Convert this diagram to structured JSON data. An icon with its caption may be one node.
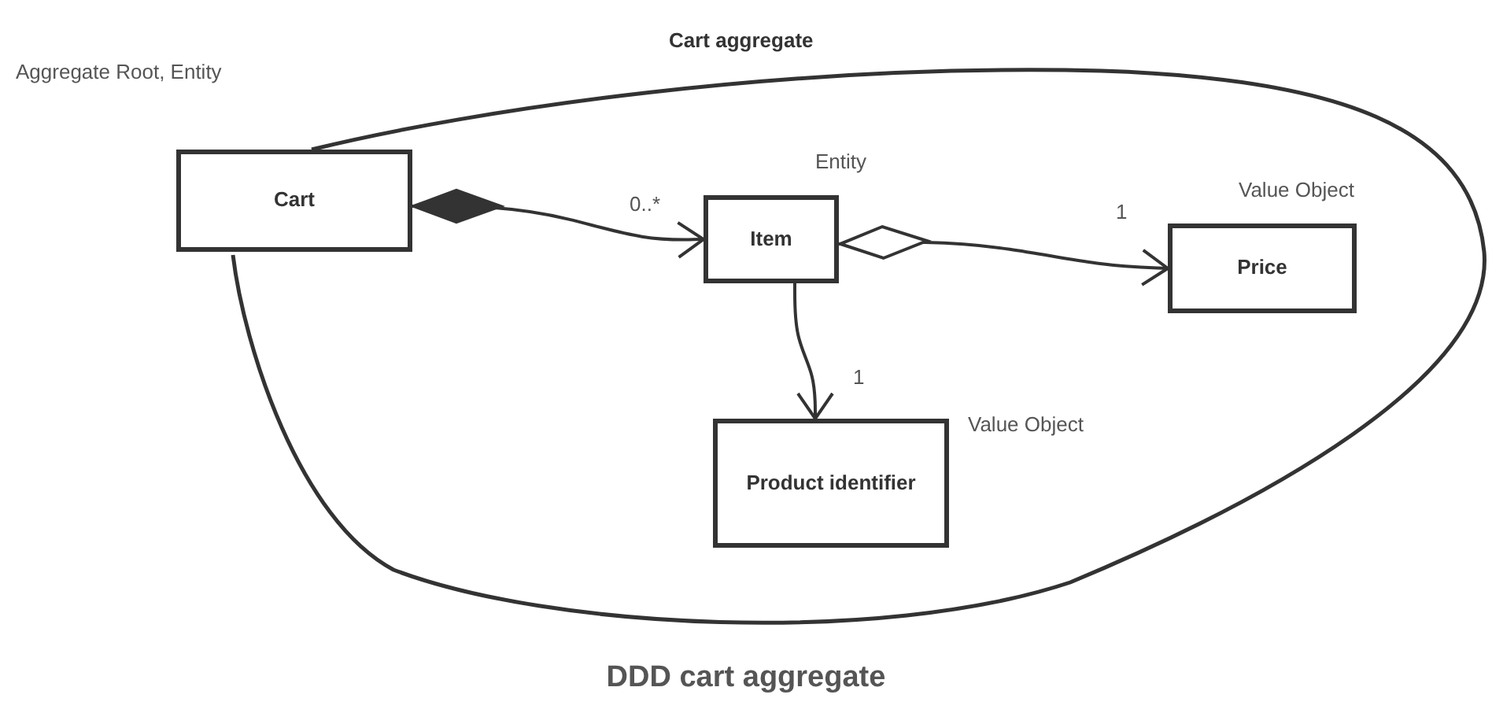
{
  "diagram": {
    "caption": "DDD cart aggregate",
    "nodes": [
      {
        "text": [
          "Cart aggregate"
        ]
      },
      {
        "text": [
          "Cart"
        ],
        "beside": [
          "Aggregate Root, Entity"
        ]
      },
      {
        "text": [
          "Item"
        ],
        "in": 0,
        "beside": [
          "Entity"
        ]
      },
      {
        "text": [
          "Price"
        ],
        "in": 0,
        "beside": [
          "Value Object"
        ]
      },
      {
        "text": [
          "Product identifier"
        ],
        "in": 0,
        "beside": [
          "Value Object"
        ]
      }
    ],
    "edges": [
      {
        "from": 1,
        "to": 2,
        "arrow": "to",
        "label": "0..*"
      },
      {
        "from": 2,
        "to": 3,
        "arrow": "to",
        "label": "1"
      },
      {
        "from": 2,
        "to": 4,
        "arrow": "to",
        "label": "1"
      }
    ]
  }
}
